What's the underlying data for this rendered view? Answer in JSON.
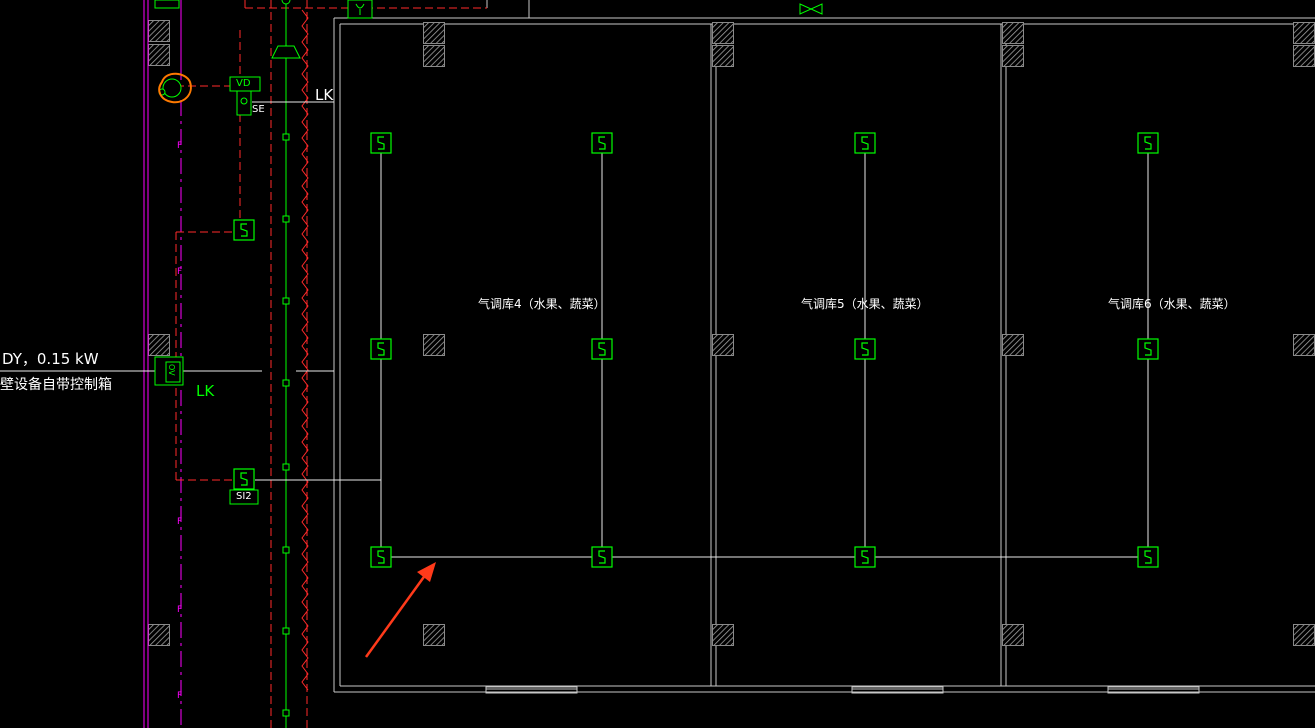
{
  "labels": {
    "room4": "气调库4（水果、蔬菜）",
    "room5": "气调库5（水果、蔬菜）",
    "room6": "气调库6（水果、蔬菜）",
    "power": "DY，0.15 kW",
    "panel": "壁设备自带控制箱",
    "lk_top": "LK",
    "lk_mid": "LK",
    "se_tag": "SE",
    "si2_tag": "SI2",
    "vd_tag": "VD",
    "ov_tag": "OV"
  },
  "colors": {
    "background": "#000000",
    "wall": "#c8c8c8",
    "device": "#00ff00",
    "pipe_red": "#ff2a2a",
    "pipe_magenta": "#ff00ff",
    "wire": "#ffffff",
    "annotation_arrow": "#ff3a1a",
    "hatch": "#9a9a9a"
  },
  "icons": {
    "sensor": "valve-s-icon",
    "column": "hatched-column-icon",
    "arrow": "red-arrow-annotation"
  }
}
